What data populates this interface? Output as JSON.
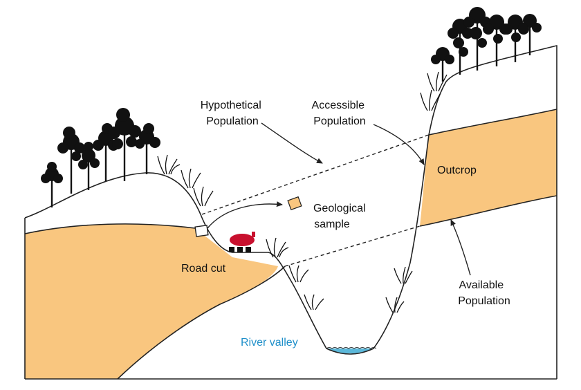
{
  "colors": {
    "rock_layer": "#F9C67F",
    "water": "#5BB8DA",
    "river_label": "#1E8FC9",
    "vehicle": "#C8102E",
    "outline": "#222222",
    "background": "#FFFFFF"
  },
  "labels": {
    "hypothetical": [
      "Hypothetical",
      "Population"
    ],
    "accessible": [
      "Accessible",
      "Population"
    ],
    "outcrop": "Outcrop",
    "geological_sample": [
      "Geological",
      "sample"
    ],
    "road_cut": "Road cut",
    "available": [
      "Available",
      "Population"
    ],
    "river_valley": "River valley"
  },
  "icons": {
    "trees": "tree-icon",
    "grass": "grass-tuft-icon",
    "vehicle": "car-icon"
  }
}
